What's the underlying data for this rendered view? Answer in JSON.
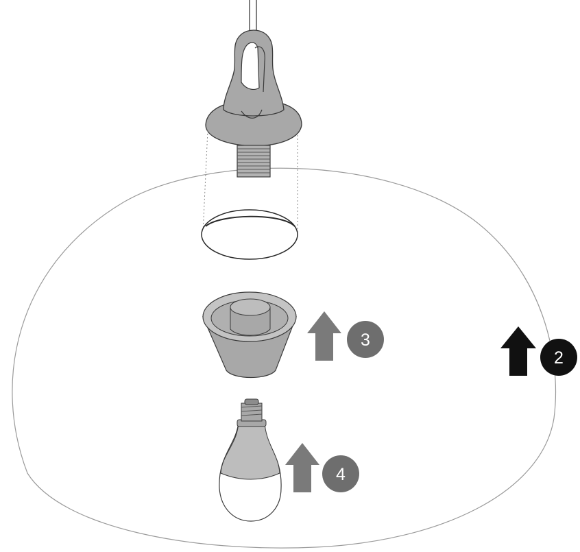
{
  "colors": {
    "background": "#ffffff",
    "outline": "#3a3a3a",
    "fixture_fill": "#a8a8a8",
    "fixture_light": "#c4c4c4",
    "fixture_dark": "#8c8c8c",
    "arrow_black": "#111111",
    "arrow_grey": "#7a7a7a",
    "badge_black": "#111111",
    "badge_grey": "#6e6e6e"
  },
  "steps": [
    {
      "number": "2",
      "arrow_color": "#111111",
      "badge_color": "#111111",
      "target": "lamp-shade"
    },
    {
      "number": "3",
      "arrow_color": "#7a7a7a",
      "badge_color": "#6e6e6e",
      "target": "diffuser-cone"
    },
    {
      "number": "4",
      "arrow_color": "#7a7a7a",
      "badge_color": "#6e6e6e",
      "target": "light-bulb"
    }
  ]
}
